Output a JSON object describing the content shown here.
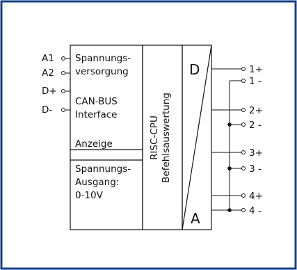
{
  "diagram": {
    "frame_color": "#123f8a",
    "line_color": "#111111",
    "inputs": [
      "A1",
      "A2",
      "D+",
      "D-"
    ],
    "blocks": {
      "supply": [
        "Spannungs-",
        "versorgung"
      ],
      "can": [
        "CAN-BUS",
        "Interface"
      ],
      "display": "Anzeige",
      "voltage_out": [
        "Spannungs-",
        "Ausgang:",
        "0-10V"
      ]
    },
    "cpu": {
      "line1": "RISC-CPU",
      "line2": "Befehlsauswertung"
    },
    "converter": {
      "top": "D",
      "bottom": "A"
    },
    "outputs": [
      "1+",
      "1 -",
      "2+",
      "2 -",
      "3+",
      "3 -",
      "4+",
      "4 -"
    ]
  }
}
